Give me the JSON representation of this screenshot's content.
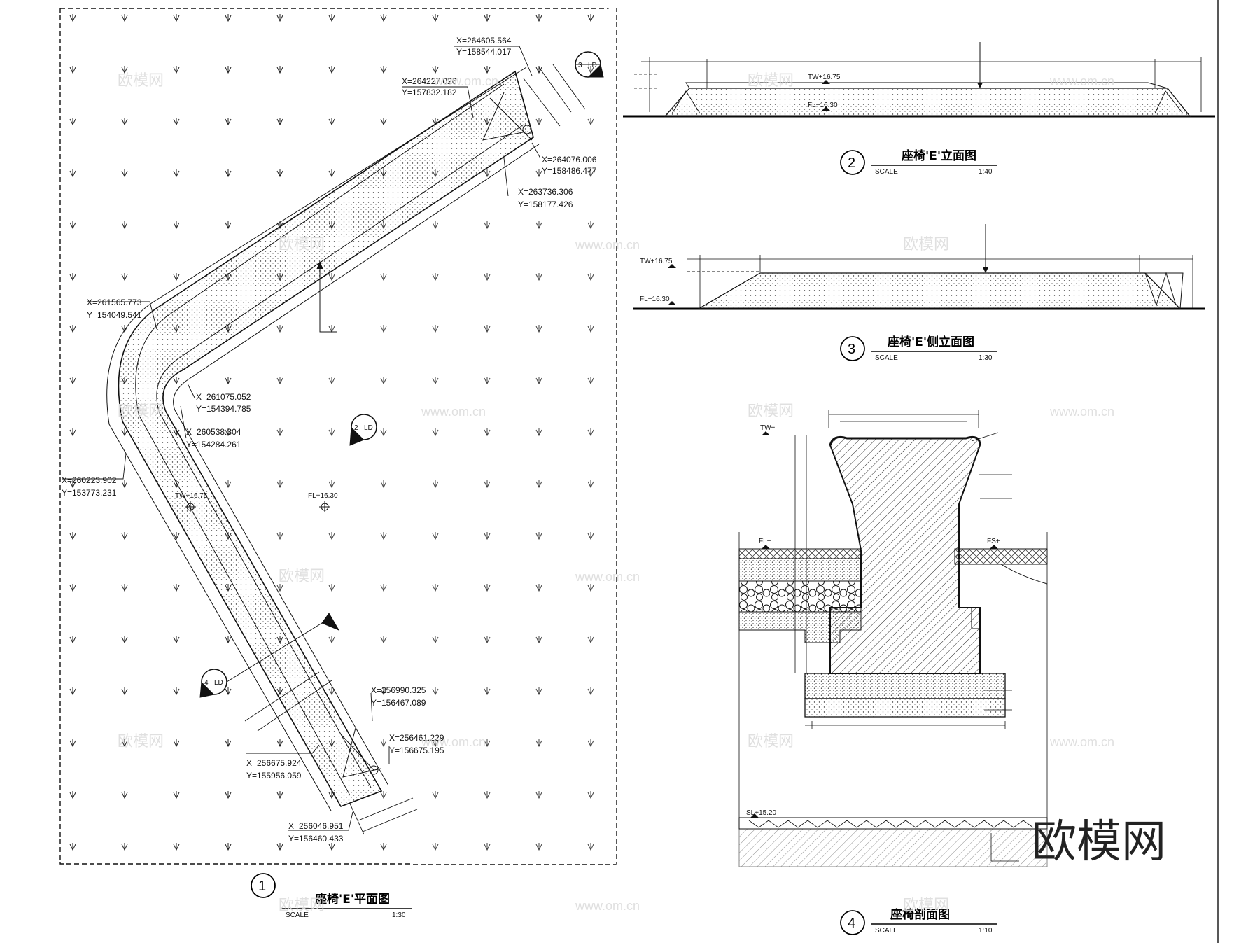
{
  "plan": {
    "coords": [
      {
        "x": "X=264605.564",
        "y": "Y=158544.017"
      },
      {
        "x": "X=264227.026",
        "y": "Y=157832.182"
      },
      {
        "x": "X=264076.006",
        "y": "Y=158486.477"
      },
      {
        "x": "X=263736.306",
        "y": "Y=158177.426"
      },
      {
        "x": "X=261565.773",
        "y": "Y=154049.541"
      },
      {
        "x": "X=261075.052",
        "y": "Y=154394.785"
      },
      {
        "x": "X=260538.304",
        "y": "Y=154284.261"
      },
      {
        "x": "X=260223.902",
        "y": "Y=153773.231"
      },
      {
        "x": "X=256990.325",
        "y": "Y=156467.089"
      },
      {
        "x": "X=256461.229",
        "y": "Y=156675.195"
      },
      {
        "x": "X=256675.924",
        "y": "Y=155956.059"
      },
      {
        "x": "X=256046.951",
        "y": "Y=156460.433"
      }
    ],
    "tw_level": "TW+16.75",
    "fl_level": "FL+16.30",
    "section_marks": [
      {
        "num": "3",
        "ref": "LD"
      },
      {
        "num": "2",
        "ref": "LD"
      },
      {
        "num": "4",
        "ref": "LD"
      }
    ]
  },
  "elevation": {
    "tw_level": "TW+16.75",
    "fl_level": "FL+16.30"
  },
  "side_elevation": {
    "tw_level": "TW+16.75",
    "fl_level": "FL+16.30"
  },
  "section": {
    "tw": "TW+",
    "fl": "FL+",
    "fs": "FS+",
    "sl": "SL+15.20"
  },
  "titles": [
    {
      "num": "1",
      "title": "座椅'E'平面图",
      "scale_label": "SCALE",
      "scale": "1:30"
    },
    {
      "num": "2",
      "title": "座椅'E'立面图",
      "scale_label": "SCALE",
      "scale": "1:40"
    },
    {
      "num": "3",
      "title": "座椅'E'侧立面图",
      "scale_label": "SCALE",
      "scale": "1:30"
    },
    {
      "num": "4",
      "title": "座椅剖面图",
      "scale_label": "SCALE",
      "scale": "1:10"
    }
  ],
  "watermark": {
    "brand": "欧模网",
    "url": "www.om.cn"
  }
}
